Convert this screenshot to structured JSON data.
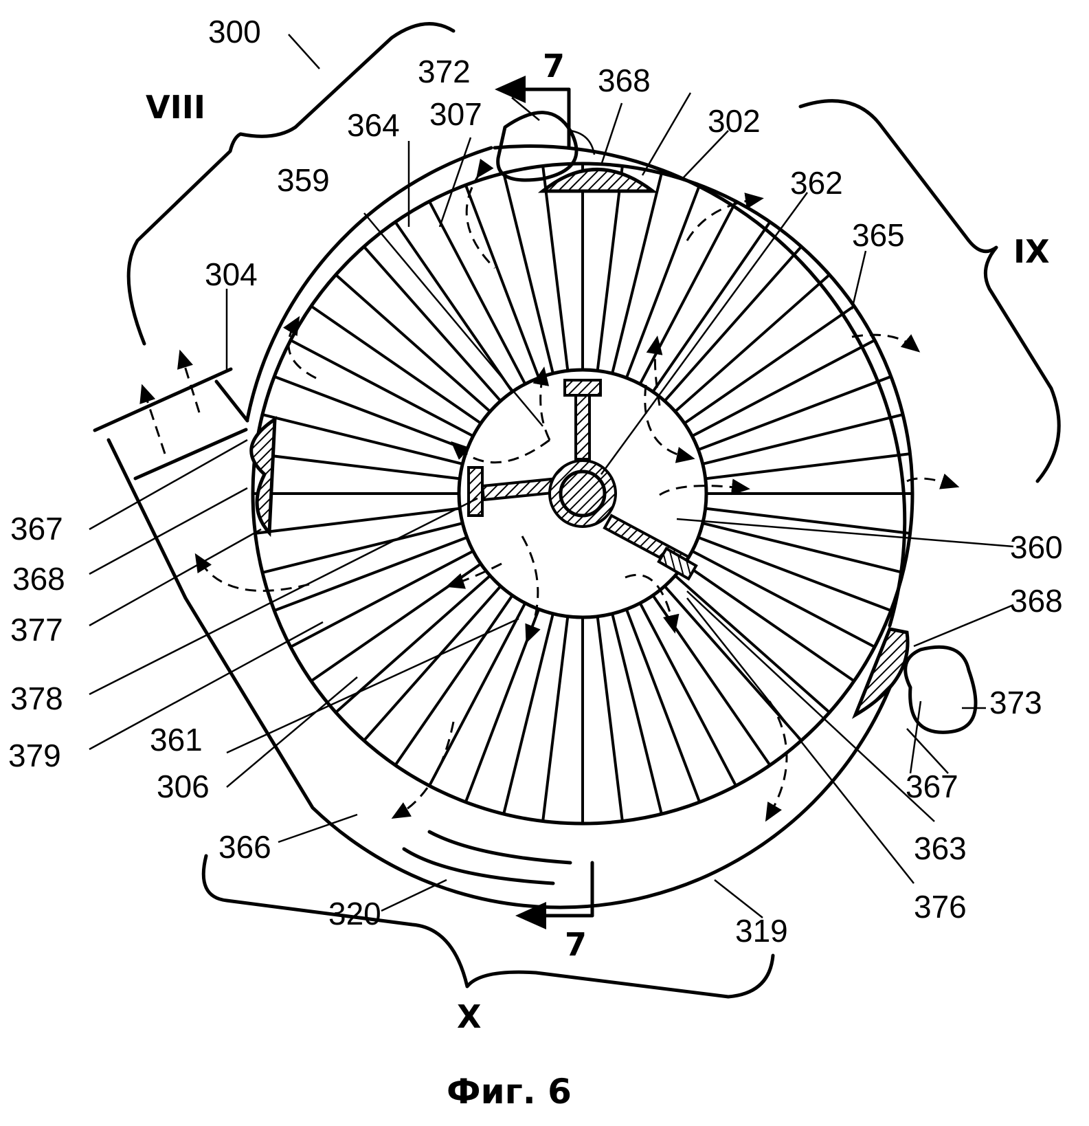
{
  "figure": {
    "caption": "Фиг. 6",
    "section_marks": [
      "7",
      "7"
    ],
    "roman_labels": [
      "VIII",
      "IX",
      "X"
    ],
    "reference_labels": {
      "r300": "300",
      "r372": "372",
      "r368_top": "368",
      "r364": "364",
      "r307": "307",
      "r302": "302",
      "r359": "359",
      "r362": "362",
      "r365": "365",
      "r304": "304",
      "r367_left": "367",
      "r368_left": "368",
      "r377": "377",
      "r378": "378",
      "r379": "379",
      "r361": "361",
      "r306": "306",
      "r366": "366",
      "r320": "320",
      "r319": "319",
      "r360": "360",
      "r368_right": "368",
      "r373": "373",
      "r367_right": "367",
      "r363": "363",
      "r376": "376"
    }
  }
}
